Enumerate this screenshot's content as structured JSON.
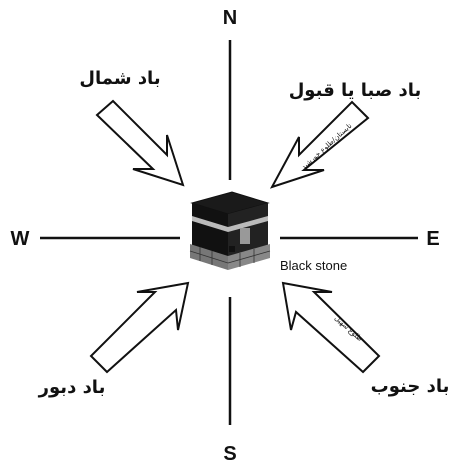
{
  "compass": {
    "north": "N",
    "south": "S",
    "east": "E",
    "west": "W"
  },
  "winds": {
    "north_wind": "باد شمال",
    "east_wind": "باد صبا یا قبول",
    "south_wind": "باد جنوب",
    "west_wind": "باد دبور"
  },
  "sub_labels": {
    "northeast_note": "تابستان/طلوع خورشید",
    "southeast_note": "طلوع سهیل"
  },
  "center_label": "Black stone"
}
